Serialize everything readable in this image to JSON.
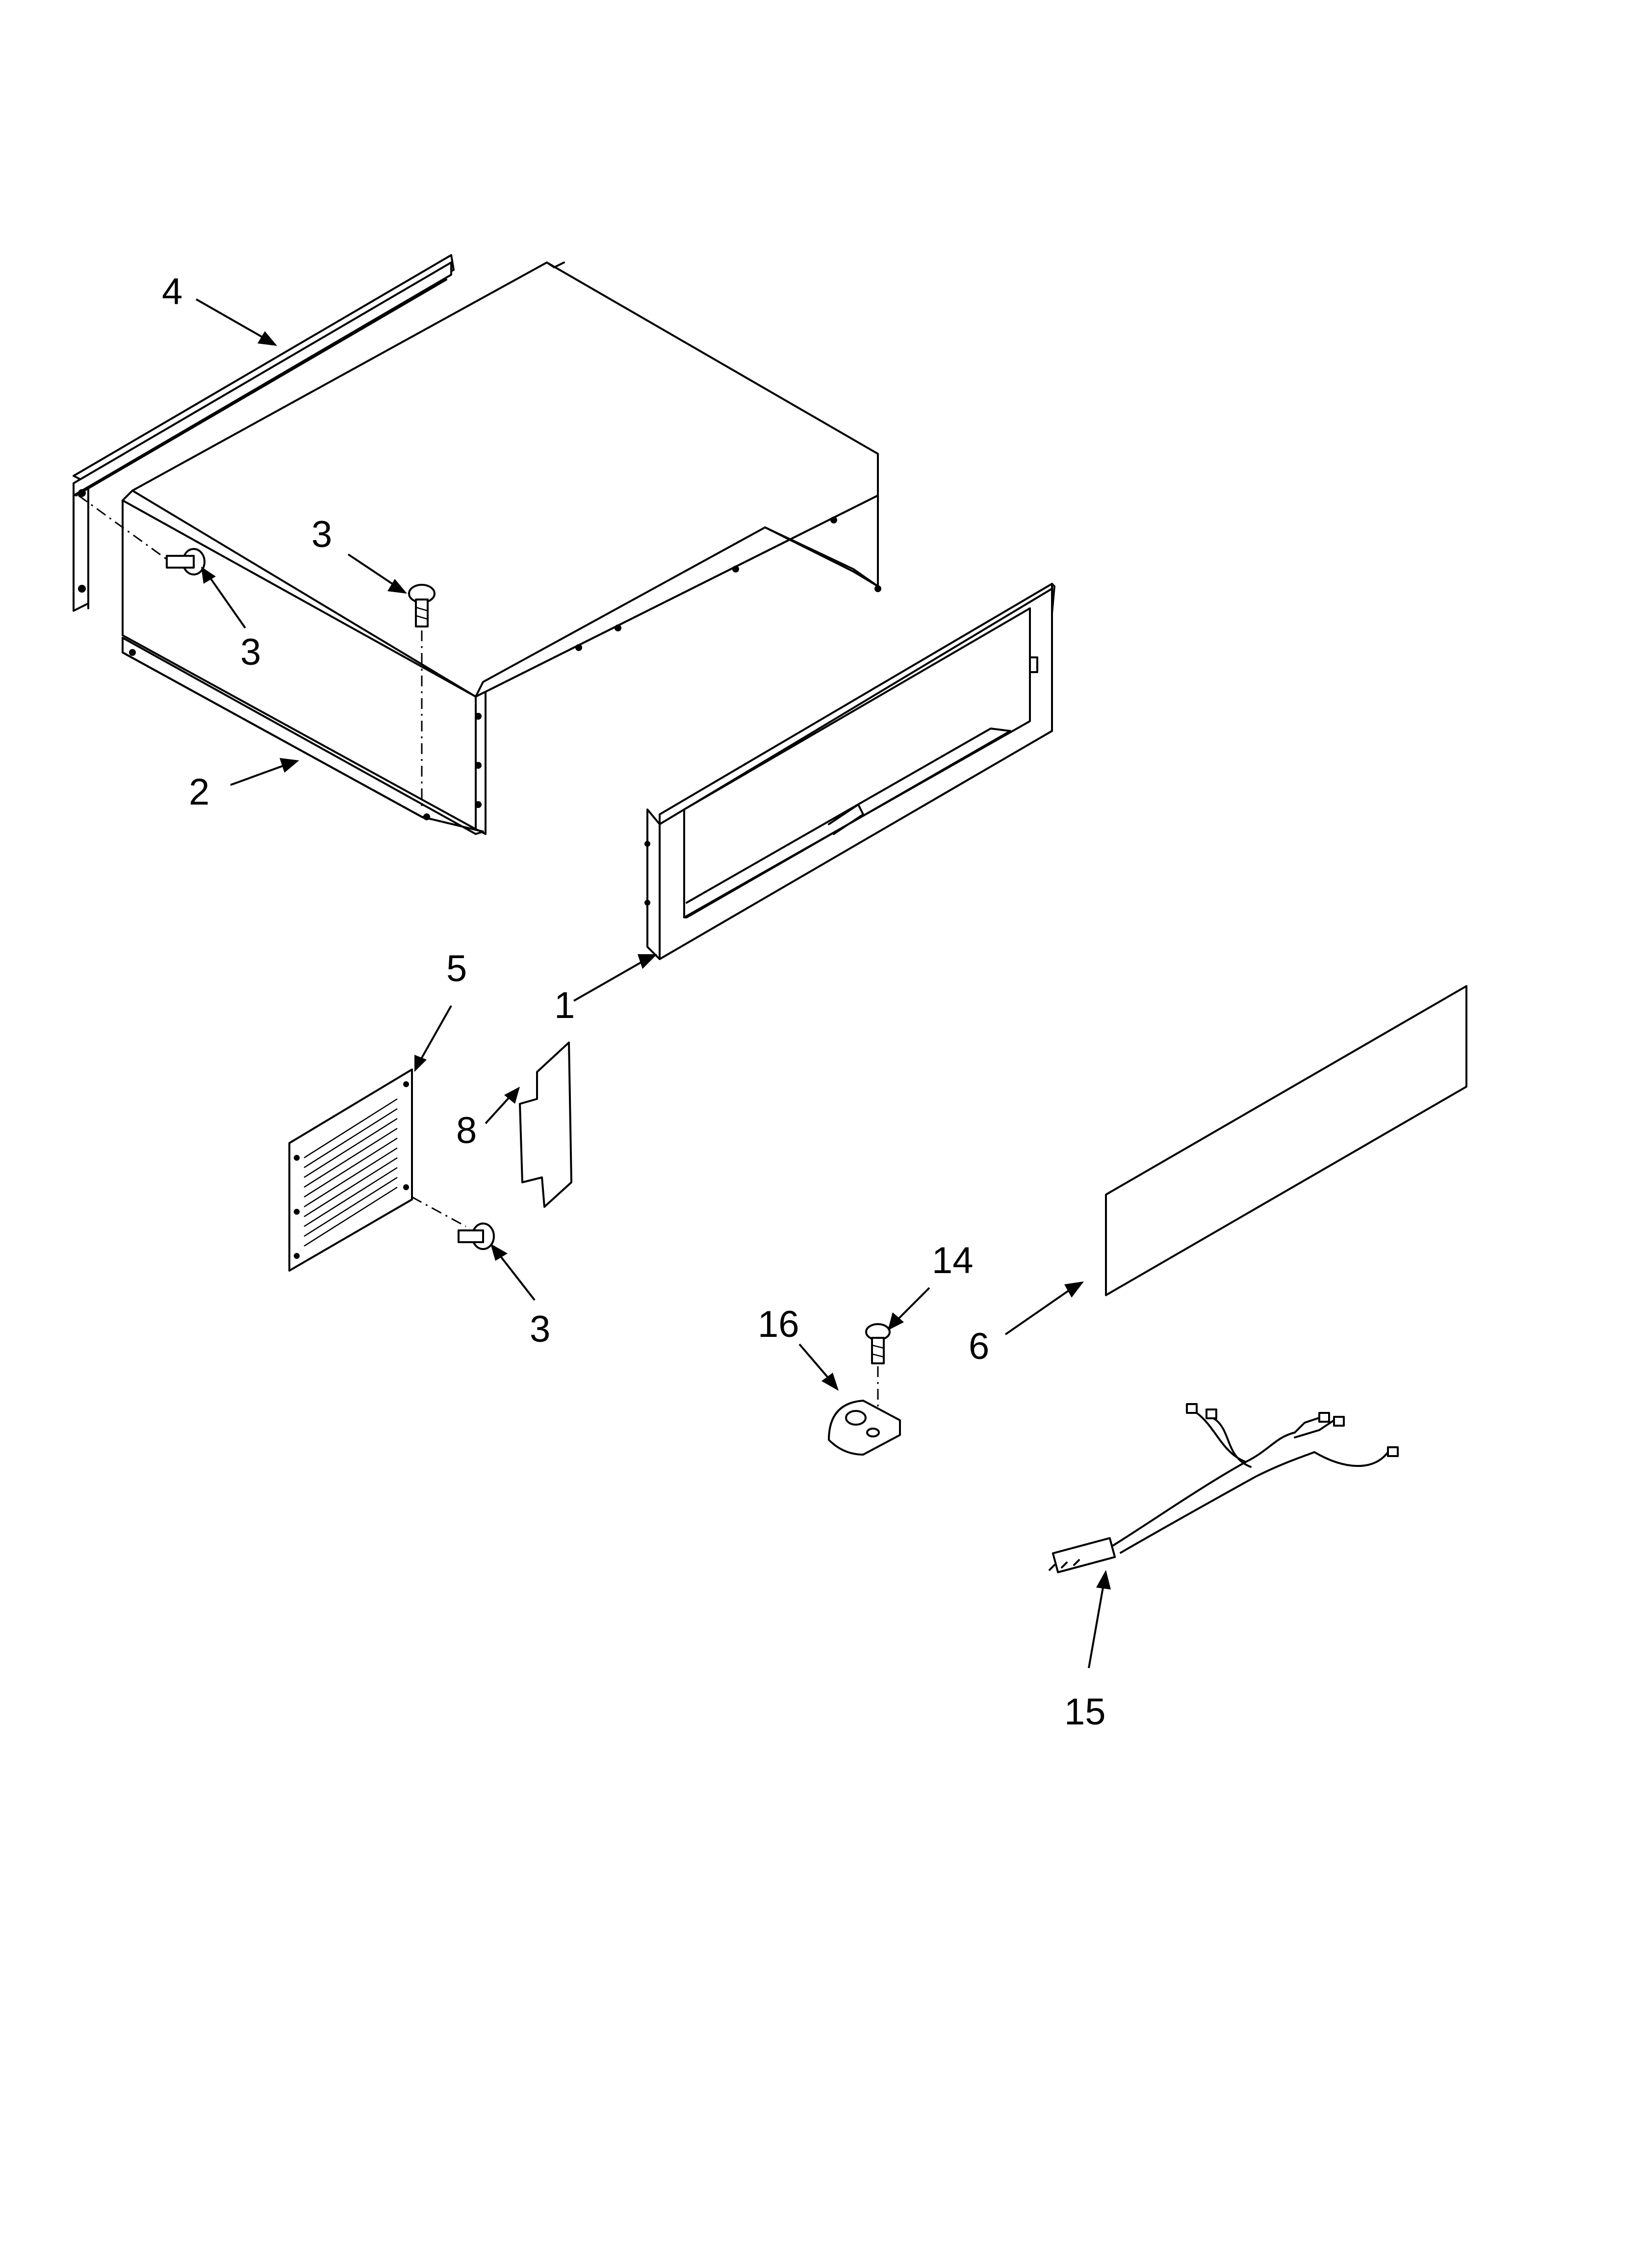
{
  "callouts": {
    "c4": "4",
    "c3_top": "3",
    "c3_left": "3",
    "c2": "2",
    "c5": "5",
    "c1": "1",
    "c8": "8",
    "c3_grille": "3",
    "c14": "14",
    "c16": "16",
    "c6": "6",
    "c15": "15"
  }
}
